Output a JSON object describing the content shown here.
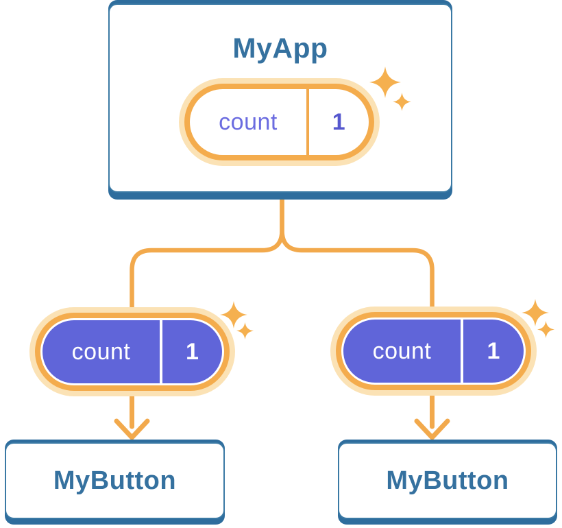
{
  "root": {
    "title": "MyApp",
    "pill": {
      "key": "count",
      "value": "1",
      "variant": "outlined"
    }
  },
  "children": [
    {
      "title": "MyButton",
      "pill": {
        "key": "count",
        "value": "1",
        "variant": "filled"
      }
    },
    {
      "title": "MyButton",
      "pill": {
        "key": "count",
        "value": "1",
        "variant": "filled"
      }
    }
  ],
  "icons": {
    "sparkle": "four-point-star-sparkle"
  },
  "colors": {
    "card_border": "#3A79A4",
    "card_shadow": "#2E6D9D",
    "title_text": "#35719F",
    "orange": "#F2A94C",
    "ring": "#F4AC4D",
    "glow": "#FBE2B5",
    "purple": "#6065D9",
    "key_purple": "#6B6CE0",
    "value_purple": "#5557CE",
    "pill_white": "#FFFFFF",
    "sparkle": "#F5B04F"
  }
}
